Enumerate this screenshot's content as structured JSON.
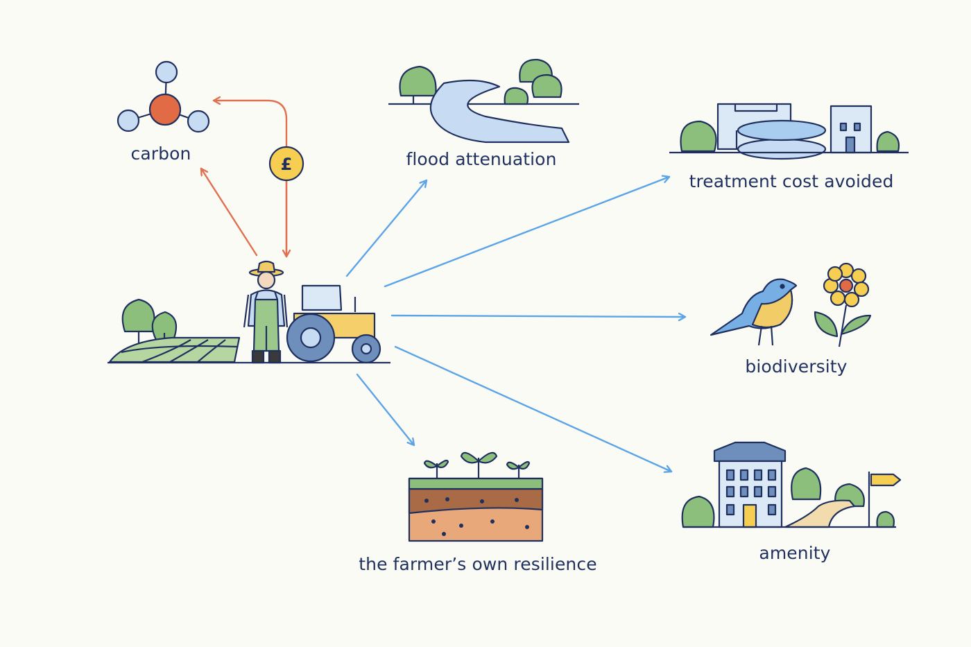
{
  "diagram": {
    "nodes": {
      "carbon": "carbon",
      "flood": "flood attenuation",
      "treatment": "treatment cost avoided",
      "biodiversity": "biodiversity",
      "resilience": "the farmer’s own resilience",
      "amenity": "amenity"
    },
    "payment_symbol": "£",
    "colors": {
      "benefit_arrow": "#5ba4e6",
      "carbon_arrow": "#e07050",
      "outline": "#1f2f5e",
      "background": "#fbfbf6"
    }
  }
}
